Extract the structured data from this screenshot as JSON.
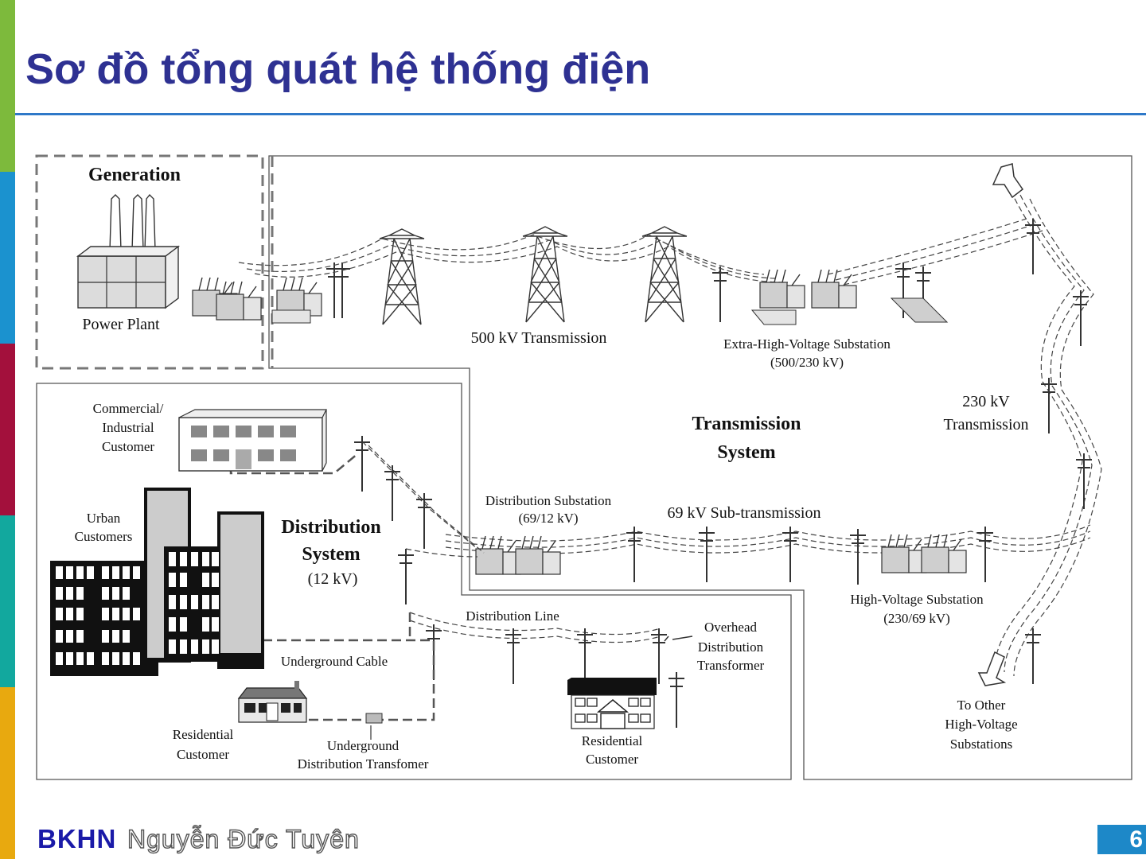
{
  "slide": {
    "title": "Sơ đồ tổng quát hệ thống điện",
    "brand": "BKHN",
    "author": "Nguyễn Đức Tuyên",
    "page_number": "6"
  },
  "colors": {
    "title": "#2e3192",
    "rule": "#2e78c8",
    "stripes": [
      "#7dba3c",
      "#1b92cf",
      "#a3103c",
      "#12a89e",
      "#e8a90f"
    ]
  },
  "diagram": {
    "generation": {
      "heading": "Generation",
      "plant_label": "Power Plant"
    },
    "transmission": {
      "line_500": "500 kV Transmission",
      "ehv_substation": "Extra-High-Voltage Substation",
      "ehv_rating": "(500/230 kV)",
      "line_230_a": "230 kV",
      "line_230_b": "Transmission",
      "system_a": "Transmission",
      "system_b": "System",
      "subtransmission": "69 kV Sub-transmission",
      "hv_substation": "High-Voltage Substation",
      "hv_rating": "(230/69 kV)",
      "to_other_a": "To Other",
      "to_other_b": "High-Voltage",
      "to_other_c": "Substations"
    },
    "distribution": {
      "commercial_a": "Commercial/",
      "commercial_b": "Industrial",
      "commercial_c": "Customer",
      "urban_a": "Urban",
      "urban_b": "Customers",
      "system_a": "Distribution",
      "system_b": "System",
      "system_c": "(12 kV)",
      "dist_substation": "Distribution Substation",
      "dist_rating": "(69/12 kV)",
      "dist_line": "Distribution Line",
      "overhead_a": "Overhead",
      "overhead_b": "Distribution",
      "overhead_c": "Transformer",
      "underground_cable": "Underground Cable",
      "residential_a": "Residential",
      "residential_b": "Customer",
      "ug_transformer_a": "Underground",
      "ug_transformer_b": "Distribution Transfomer"
    }
  }
}
